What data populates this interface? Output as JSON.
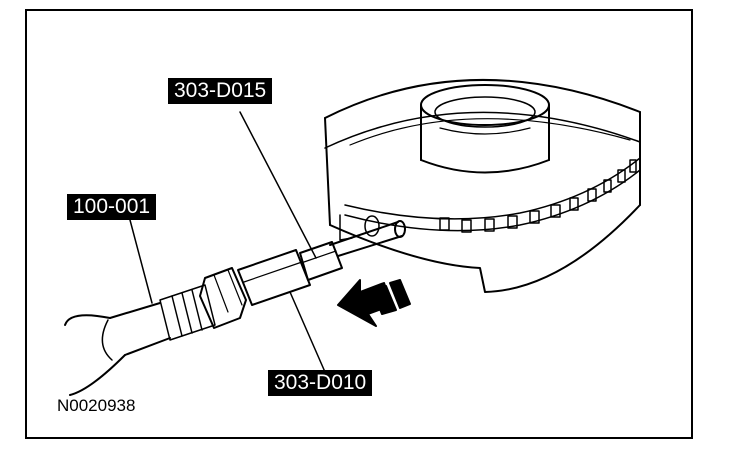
{
  "figure": {
    "callouts": {
      "tool_303_d015": "303-D015",
      "tool_100_001": "100-001",
      "tool_303_d010": "303-D010"
    },
    "figure_number": "N0020938"
  },
  "colors": {
    "ink": "#000000",
    "paper": "#ffffff"
  }
}
